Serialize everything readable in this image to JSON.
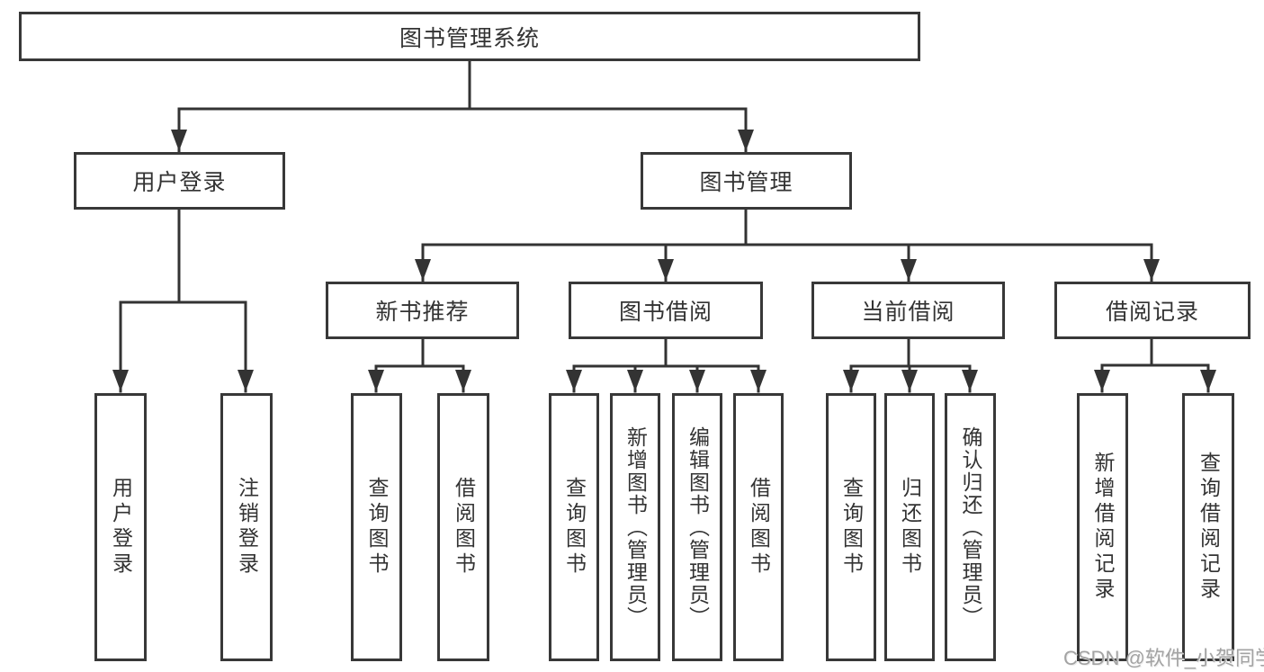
{
  "diagram_title": "图书管理系统",
  "tree": {
    "root": {
      "label": "图书管理系统"
    },
    "level2": [
      {
        "label": "用户登录",
        "children": [
          {
            "label": "用户登录"
          },
          {
            "label": "注销登录"
          }
        ]
      },
      {
        "label": "图书管理"
      }
    ],
    "level3": [
      {
        "label": "新书推荐",
        "children": [
          {
            "label": "查询图书"
          },
          {
            "label": "借阅图书"
          }
        ]
      },
      {
        "label": "图书借阅",
        "children": [
          {
            "label": "查询图书"
          },
          {
            "label": "新增图书（管理员）"
          },
          {
            "label": "编辑图书（管理员）"
          },
          {
            "label": "借阅图书"
          }
        ]
      },
      {
        "label": "当前借阅",
        "children": [
          {
            "label": "查询图书"
          },
          {
            "label": "归还图书"
          },
          {
            "label": "确认归还（管理员）"
          }
        ]
      },
      {
        "label": "借阅记录",
        "children": [
          {
            "label": "新增借阅记录"
          },
          {
            "label": "查询借阅记录"
          }
        ]
      }
    ]
  },
  "watermark": {
    "text": "CSDN @软件_小贺同学"
  },
  "colors": {
    "line": "#333333",
    "border": "#383838",
    "text": "#333333",
    "watermark": "#a3a3a3",
    "background": "#ffffff"
  }
}
